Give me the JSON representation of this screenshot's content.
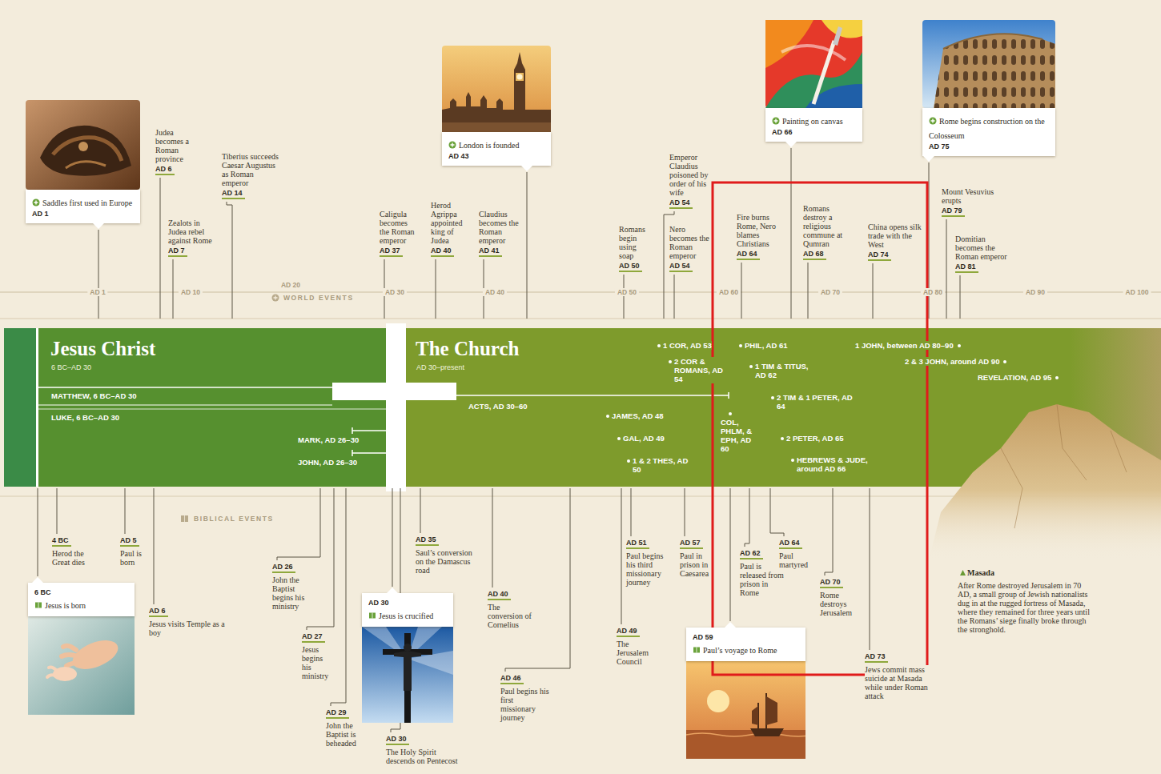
{
  "diagram": {
    "nodes": [
      {
        "text": [
          "Saddles first used in Europe",
          "AD 1"
        ]
      },
      {
        "text": [
          "London is founded",
          "AD 43"
        ]
      },
      {
        "text": [
          "Painting on canvas",
          "AD 66"
        ]
      },
      {
        "text": [
          "Rome begins construction on the Colosseum",
          "AD 75"
        ]
      },
      {
        "text": [
          "Jesus Christ",
          "6 BC–AD 30",
          "MATTHEW, 6 BC–AD 30",
          "LUKE, 6 BC–AD 30",
          "MARK, AD 26–30",
          "JOHN, AD 26–30"
        ]
      },
      {
        "text": [
          "The Church",
          "AD 30–present",
          "ACTS, AD 30–60",
          "JAMES, AD 48",
          "GAL, AD 49",
          "1 & 2 THES, AD 50",
          "1 COR, AD 53",
          "2 COR & ROMANS, AD 54",
          "COL, PHLM, & EPH, AD 60",
          "PHIL, AD 61",
          "1 TIM & TITUS, AD 62",
          "2 TIM & 1 PETER, AD 64",
          "2 PETER, AD 65",
          "HEBREWS & JUDE, around AD 66",
          "1 JOHN, between AD 80–90",
          "2 & 3 JOHN, around AD 90",
          "REVELATION, AD 95"
        ]
      },
      {
        "text": [
          "6 BC",
          "Jesus is born"
        ]
      },
      {
        "text": [
          "AD 30",
          "Jesus is crucified"
        ]
      },
      {
        "text": [
          "AD 59",
          "Paul’s voyage to Rome"
        ]
      }
    ],
    "labels": [
      "AD 1",
      "AD 10",
      "AD 20",
      "WORLD EVENTS",
      "AD 30",
      "AD 40",
      "AD 50",
      "AD 60",
      "AD 70",
      "AD 80",
      "AD 90",
      "AD 100",
      "Judea becomes a Roman province",
      "AD 6",
      "Zealots in Judea rebel against Rome",
      "AD 7",
      "Tiberius succeeds Caesar Augustus as Roman emperor",
      "AD 14",
      "Caligula becomes the Roman emperor",
      "AD 37",
      "Herod Agrippa appointed king of Judea",
      "AD 40",
      "Claudius becomes the Roman emperor",
      "AD 41",
      "Romans begin using soap",
      "AD 50",
      "Emperor Claudius poisoned by order of his wife",
      "AD 54",
      "Nero becomes the Roman emperor",
      "AD 54",
      "Fire burns Rome, Nero blames Christians",
      "AD 64",
      "Romans destroy a religious commune at Qumran",
      "AD 68",
      "China opens silk trade with the West",
      "AD 74",
      "Mount Vesuvius erupts",
      "AD 79",
      "Domitian becomes the Roman emperor",
      "AD 81",
      "BIBLICAL EVENTS",
      "4 BC",
      "Herod the Great dies",
      "AD 5",
      "Paul is born",
      "AD 6",
      "Jesus visits Temple as a boy",
      "AD 26",
      "John the Baptist begins his ministry",
      "AD 27",
      "Jesus begins his ministry",
      "AD 29",
      "John the Baptist is beheaded",
      "AD 30",
      "The Holy Spirit descends on Pentecost",
      "AD 35",
      "Saul’s conversion on the Damascus road",
      "AD 40",
      "The conversion of Cornelius",
      "AD 46",
      "Paul begins his first missionary journey",
      "AD 49",
      "The Jerusalem Council",
      "AD 51",
      "Paul begins his third missionary journey",
      "AD 57",
      "Paul in prison in Caesarea",
      "AD 62",
      "Paul is released from prison in Rome",
      "AD 64",
      "Paul martyred",
      "AD 70",
      "Rome destroys Jerusalem",
      "AD 73",
      "Jews commit mass suicide at Masada while under Roman attack",
      "Masada",
      "After Rome destroyed Jerusalem in 70 AD, a small group of Jewish nationalists dug in at the rugged fortress of Masada, where they remained for three years until the Romans’ siege finally broke through the stronghold."
    ]
  }
}
